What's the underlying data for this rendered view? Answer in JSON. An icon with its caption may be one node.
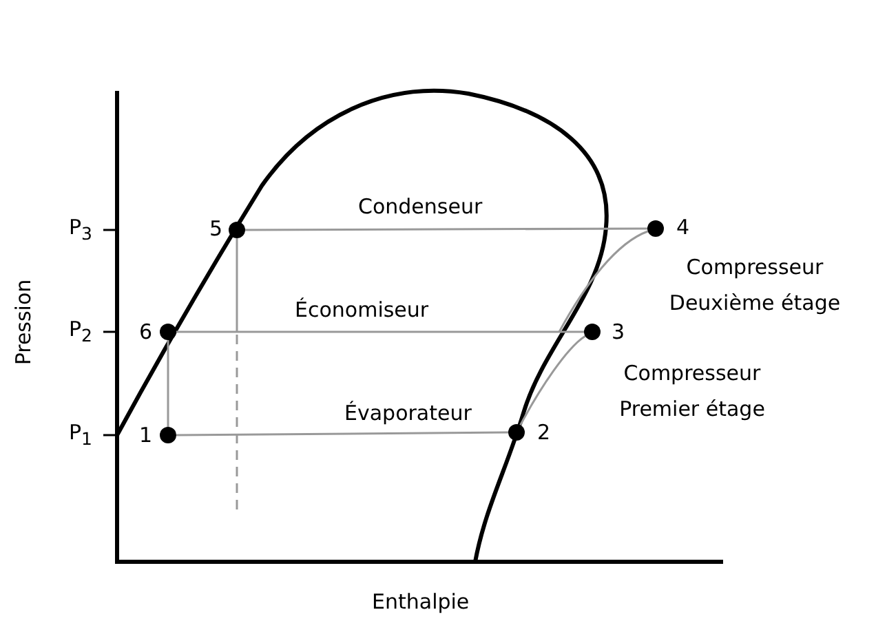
{
  "diagram": {
    "nodes": [
      {
        "text": [],
        "shape": "circle",
        "beside": [
          "1"
        ]
      },
      {
        "text": [],
        "shape": "circle",
        "beside": [
          "2"
        ]
      },
      {
        "text": [],
        "shape": "circle",
        "beside": [
          "3"
        ]
      },
      {
        "text": [],
        "shape": "circle",
        "beside": [
          "4"
        ]
      },
      {
        "text": [],
        "shape": "circle",
        "beside": [
          "5"
        ]
      },
      {
        "text": [],
        "shape": "circle",
        "beside": [
          "6"
        ]
      }
    ],
    "edges": [
      {
        "from": 5,
        "to": 0,
        "arrow": "none"
      },
      {
        "from": 0,
        "to": 1,
        "arrow": "none",
        "label": "Évaporateur"
      },
      {
        "from": 1,
        "to": 2,
        "arrow": "none"
      },
      {
        "from": 5,
        "to": 2,
        "arrow": "none",
        "label": "Économiseur"
      },
      {
        "from": null,
        "to": 3,
        "arrow": "none"
      },
      {
        "from": 3,
        "to": 4,
        "arrow": "none",
        "label": "Condenseur"
      },
      {
        "from": 4,
        "to": null,
        "arrow": "none"
      }
    ],
    "labels": [
      "P$_{3}$",
      "Compresseur Deuxième étage",
      "P$_{2}$",
      "Compresseur Premier étage",
      "P$_{1}$",
      "Pression",
      "Enthalpie"
    ]
  }
}
